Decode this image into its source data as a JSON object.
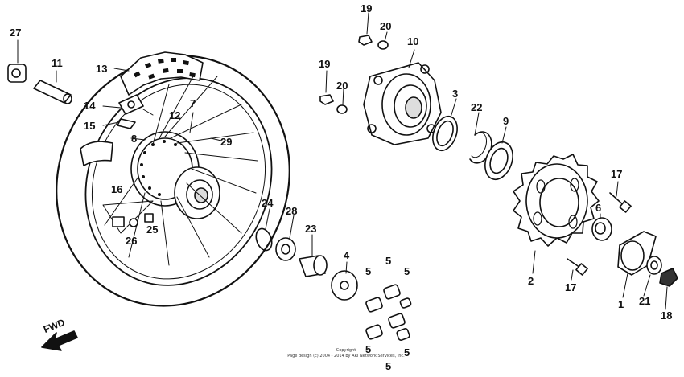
{
  "labels": {
    "p1": "1",
    "p2": "2",
    "p3": "3",
    "p4": "4",
    "p5": "5",
    "p6": "6",
    "p7": "7",
    "p8": "8",
    "p9": "9",
    "p10": "10",
    "p11": "11",
    "p12": "12",
    "p13": "13",
    "p14": "14",
    "p15": "15",
    "p16": "16",
    "p17": "17",
    "p18": "18",
    "p19": "19",
    "p20": "20",
    "p21": "21",
    "p22": "22",
    "p23": "23",
    "p24": "24",
    "p25": "25",
    "p26": "26",
    "p27": "27",
    "p28": "28",
    "p29": "29"
  },
  "direction_label": "FWD",
  "copyright": {
    "line1": "Copyright",
    "line2": "Page design (c) 2004 - 2014 by ARI Network Services, Inc."
  }
}
